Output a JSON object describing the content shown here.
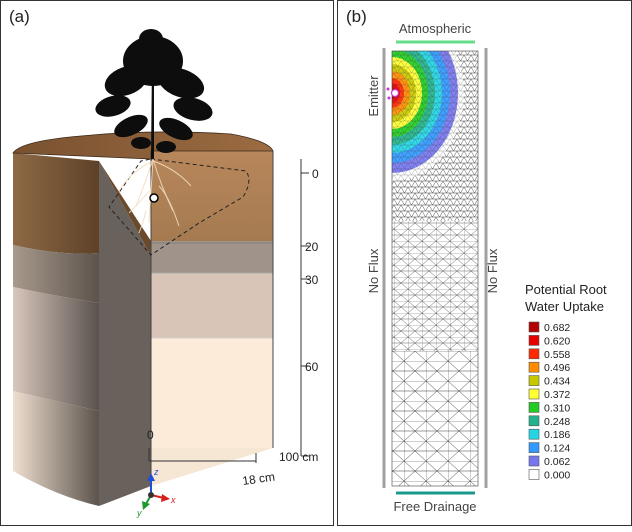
{
  "panel_a": {
    "label": "(a)",
    "depth_ticks": [
      "0",
      "20",
      "30",
      "60",
      "100 cm"
    ],
    "radius_label": "18 cm",
    "origin_label": "0",
    "axes": {
      "z": "z",
      "x": "x",
      "y": "y"
    }
  },
  "panel_b": {
    "label": "(b)",
    "top_boundary": "Atmospheric",
    "bottom_boundary": "Free Drainage",
    "left_boundary": "No Flux",
    "right_boundary": "No Flux",
    "emitter": "Emitter",
    "legend_title_1": "Potential Root",
    "legend_title_2": "Water Uptake",
    "legend": [
      {
        "value": "0.682",
        "color": "#b30000"
      },
      {
        "value": "0.620",
        "color": "#e60000"
      },
      {
        "value": "0.558",
        "color": "#ff2a00"
      },
      {
        "value": "0.496",
        "color": "#ff8c00"
      },
      {
        "value": "0.434",
        "color": "#c8c800"
      },
      {
        "value": "0.372",
        "color": "#ffff33"
      },
      {
        "value": "0.310",
        "color": "#22cc22"
      },
      {
        "value": "0.248",
        "color": "#22b38c"
      },
      {
        "value": "0.186",
        "color": "#22d6e6"
      },
      {
        "value": "0.124",
        "color": "#3399ff"
      },
      {
        "value": "0.062",
        "color": "#7777ee"
      },
      {
        "value": "0.000",
        "color": "#ffffff"
      }
    ]
  }
}
